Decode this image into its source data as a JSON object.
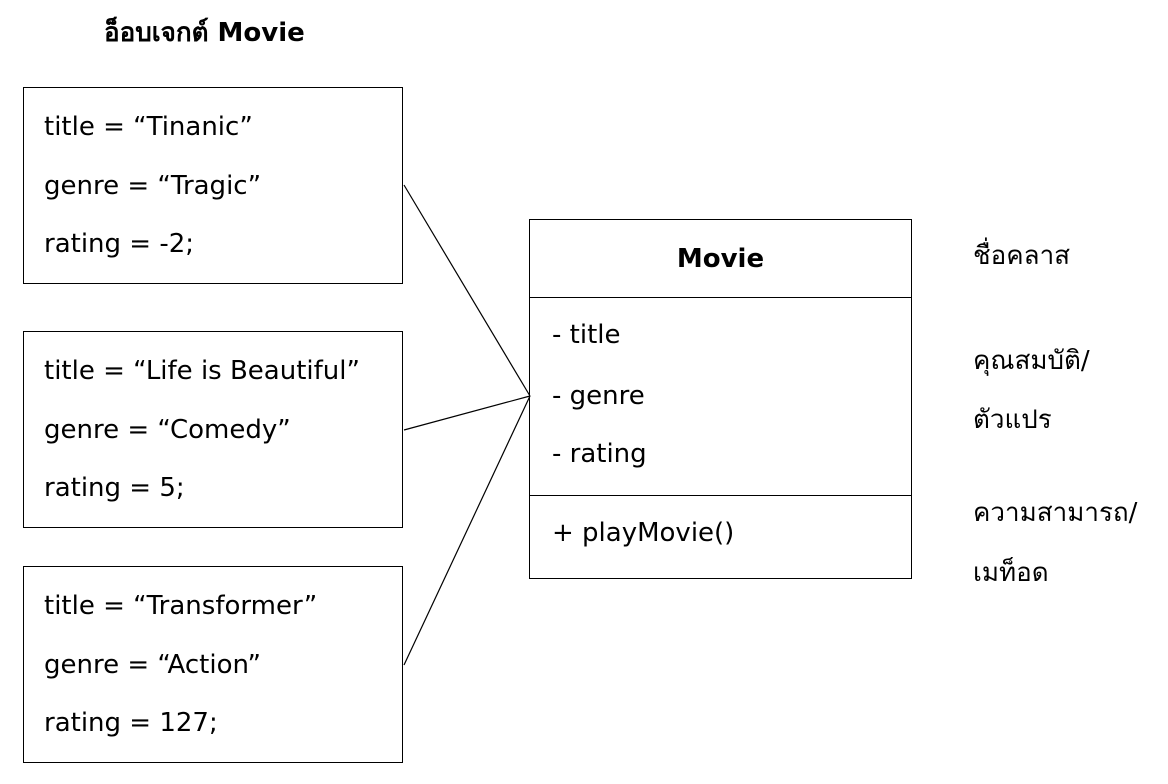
{
  "heading": "อ็อบเจกต์ Movie",
  "objects": [
    {
      "lines": [
        "title  = “Tinanic”",
        "genre = “Tragic”",
        "rating = -2;"
      ]
    },
    {
      "lines": [
        "title  = “Life is Beautiful”",
        "genre = “Comedy”",
        "rating = 5;"
      ]
    },
    {
      "lines": [
        "title  = “Transformer”",
        "genre = “Action”",
        "rating = 127;"
      ]
    }
  ],
  "class_box": {
    "name": "Movie",
    "attributes": [
      "- title",
      "- genre",
      "- rating"
    ],
    "methods": [
      "+ playMovie()"
    ]
  },
  "labels": {
    "class_name": "ชื่อคลาส",
    "attributes_1": "คุณสมบัติ/",
    "attributes_2": "ตัวแปร",
    "methods_1": "ความสามารถ/",
    "methods_2": "เมท็อด"
  }
}
